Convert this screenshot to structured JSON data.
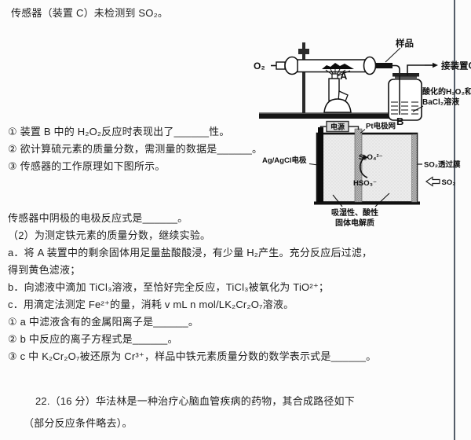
{
  "body_text": {
    "intro": "传感器（装置 C）未检测到 SO₂。",
    "item1": "① 装置 B 中的 H₂O₂反应时表现出了______性。",
    "item2": "② 欲计算硫元素的质量分数，需测量的数据是______。",
    "item3": "③ 传感器的工作原理如下图所示。",
    "cathode_q": "传感器中阴极的电极反应式是______。",
    "part2": "（2）为测定铁元素的质量分数，继续实验。",
    "step_a1": "a．将 A 装置中的剩余固体用足量盐酸酸浸，有少量 H₂产生。充分反应后过滤，",
    "step_a2": "得到黄色滤液；",
    "step_b": "b．向滤液中滴加 TiCl₃溶液，至恰好完全反应，TiCl₃被氧化为 TiO²⁺；",
    "step_c": "c．用滴定法测定 Fe²⁺的量，消耗 v mL n mol/LK₂Cr₂O₇溶液。",
    "sub1": "① a 中滤液含有的金属阳离子是______。",
    "sub2": "② b 中反应的离子方程式是______。",
    "sub3": "③ c 中 K₂Cr₂O₇被还原为 Cr³⁺，样品中铁元素质量分数的数学表示式是______。",
    "q22_line1": "22.（16 分）华法林是一种治疗心脑血管疾病的药物，其合成路径如下",
    "q22_line2": "（部分反应条件略去）。"
  },
  "apparatus": {
    "o2_label": "O₂",
    "sample_label": "样品",
    "to_device_label": "接装置C",
    "burner_label": "A",
    "bottle_label": "B",
    "solution_label_1": "酸化的H₂O₂和",
    "solution_label_2": "BaCl₂溶液"
  },
  "sensor": {
    "power_label": "电源",
    "pt_label": "Pt电极网",
    "agcl_label": "Ag/AgCl电极",
    "ion_top": "S₂O₄²⁻",
    "ion_bottom": "HSO₃⁻",
    "membrane_label": "SO₂透过膜",
    "gas_label": "SO₂",
    "electrolyte_label_1": "吸湿性、酸性",
    "electrolyte_label_2": "固体电解质"
  },
  "colors": {
    "ink": "#1e1e1e",
    "page_border": "#545d69",
    "electrode_black": "#0a0a0a",
    "mesh_gray": "#9a9a9a"
  }
}
